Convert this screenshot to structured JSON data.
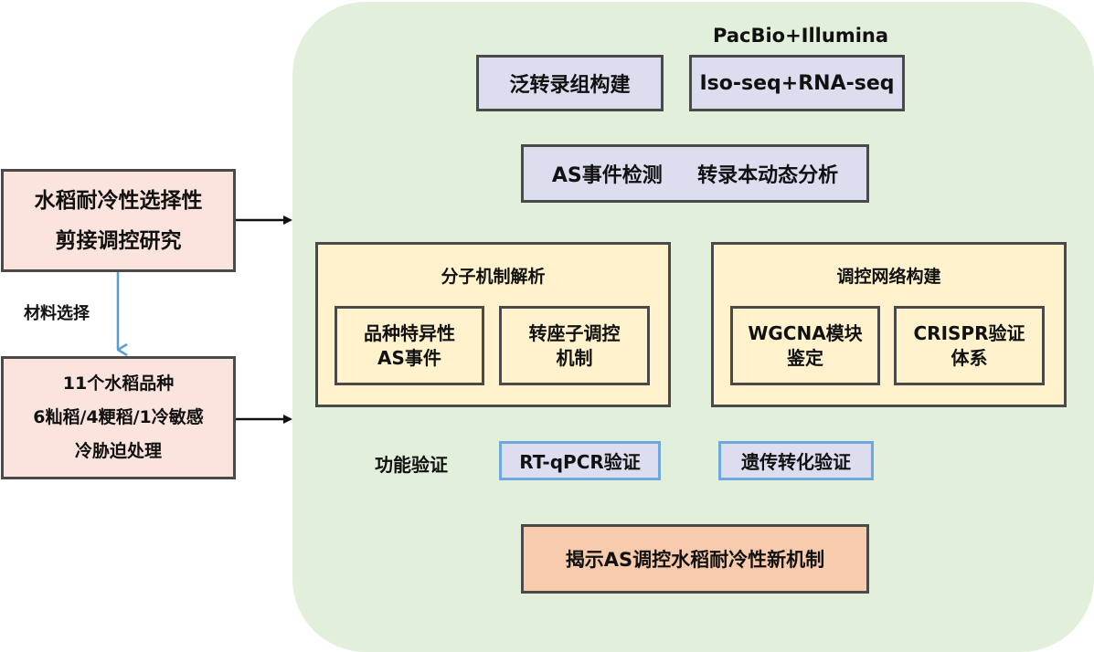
{
  "left": {
    "research_box": [
      "水稻耐冷性选择性",
      "剪接调控研究"
    ],
    "material_label": "材料选择",
    "material_box": [
      "11个水稻品种",
      "6籼稻/4粳稻/1冷敏感",
      "冷胁迫处理"
    ]
  },
  "right": {
    "platform_label": "PacBio+Illumina",
    "pantranscriptome": "泛转录组构建",
    "sequencing": "Iso-seq+RNA-seq",
    "as_detection": "AS事件检测     转录本动态分析",
    "molecular": {
      "title": "分子机制解析",
      "items": [
        [
          "品种特异性",
          "AS事件"
        ],
        [
          "转座子调控",
          "机制"
        ]
      ]
    },
    "network": {
      "title": "调控网络构建",
      "items": [
        [
          "WGCNA模块",
          "鉴定"
        ],
        [
          "CRISPR验证",
          "体系"
        ]
      ]
    },
    "validation_label": "功能验证",
    "validation_items": [
      "RT-qPCR验证",
      "遗传转化验证"
    ],
    "conclusion": "揭示AS调控水稻耐冷性新机制"
  },
  "colors": {
    "panel": "#e2efda",
    "pink": "#fbe4dd",
    "lavender": "#dcdef0",
    "cream": "#fff2cc",
    "peach": "#f8cbad",
    "blue_border": "#6fa8dc"
  }
}
